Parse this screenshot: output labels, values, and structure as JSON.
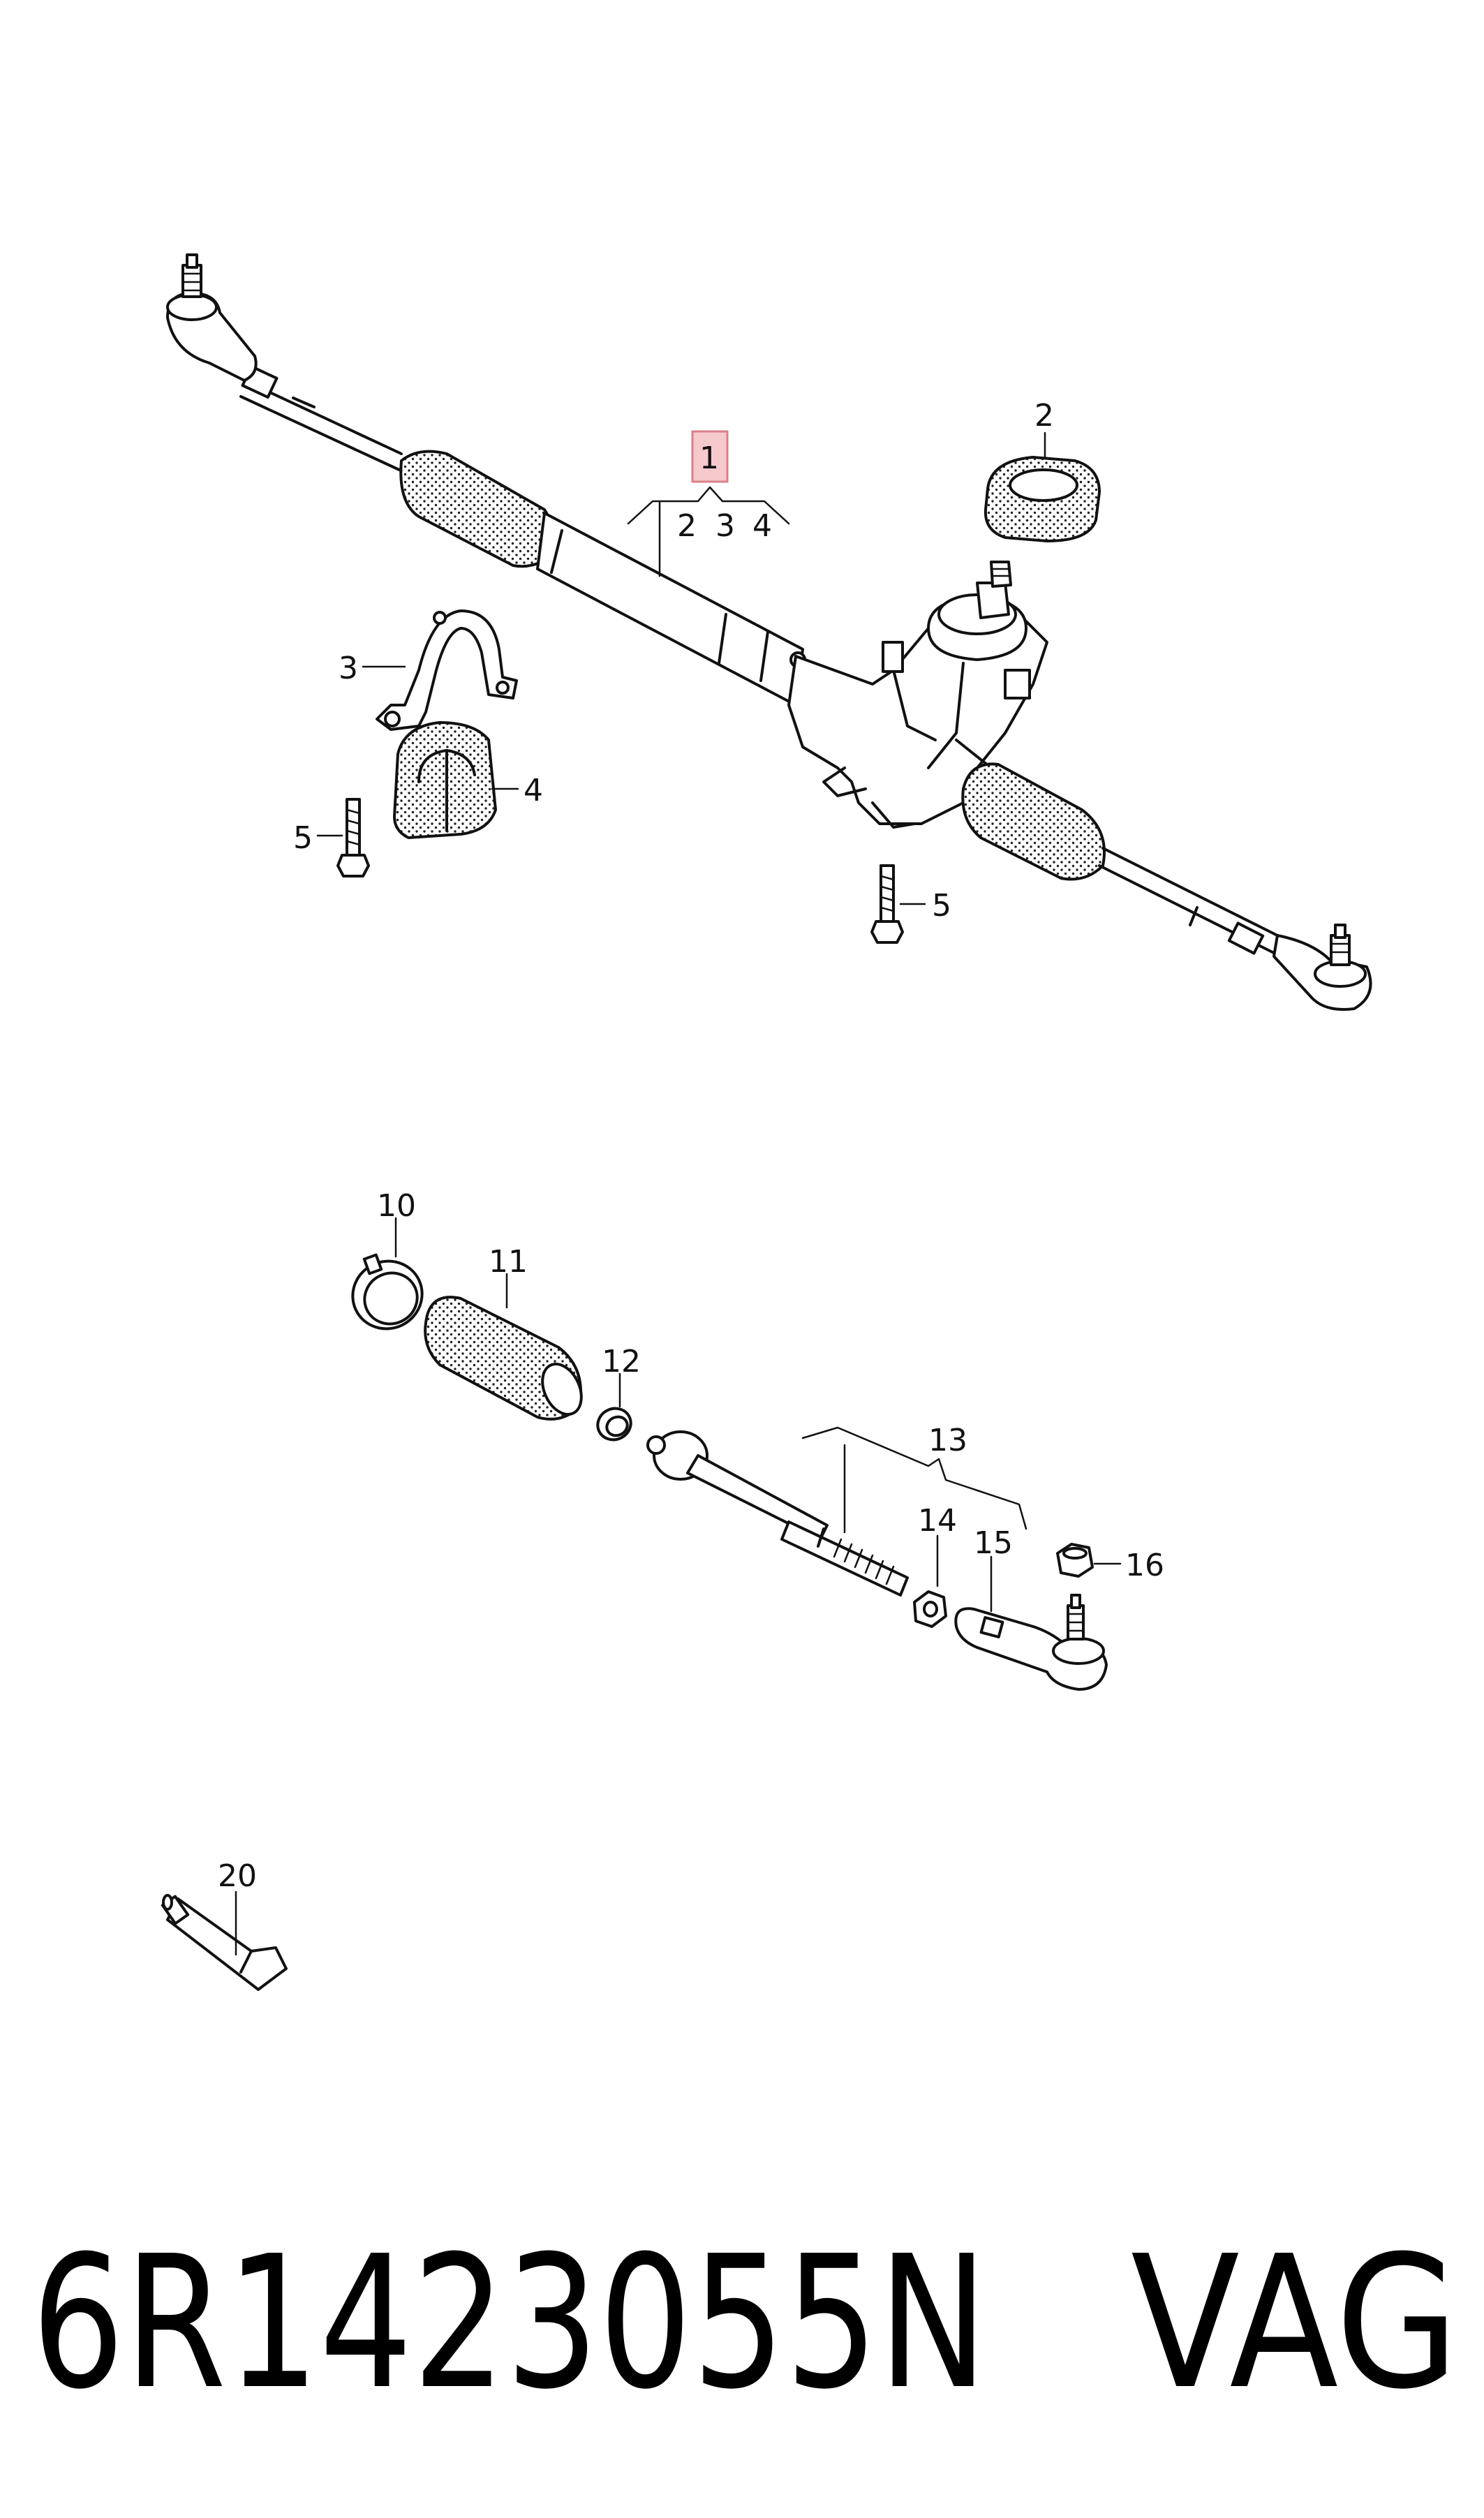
{
  "callouts": {
    "c1": "1",
    "c2_under1": "2",
    "c3_under1": "3",
    "c4_under1": "4",
    "c2": "2",
    "c3": "3",
    "c4": "4",
    "c5_left": "5",
    "c5_right": "5",
    "c10": "10",
    "c11": "11",
    "c12": "12",
    "c13": "13",
    "c14": "14",
    "c15": "15",
    "c16": "16",
    "c20": "20"
  },
  "footer": {
    "part_number": "6R1423055N",
    "brand": "VAG"
  },
  "colors": {
    "highlight_fill": "#f6c9cc",
    "highlight_stroke": "#d9808a",
    "line": "#111111"
  }
}
